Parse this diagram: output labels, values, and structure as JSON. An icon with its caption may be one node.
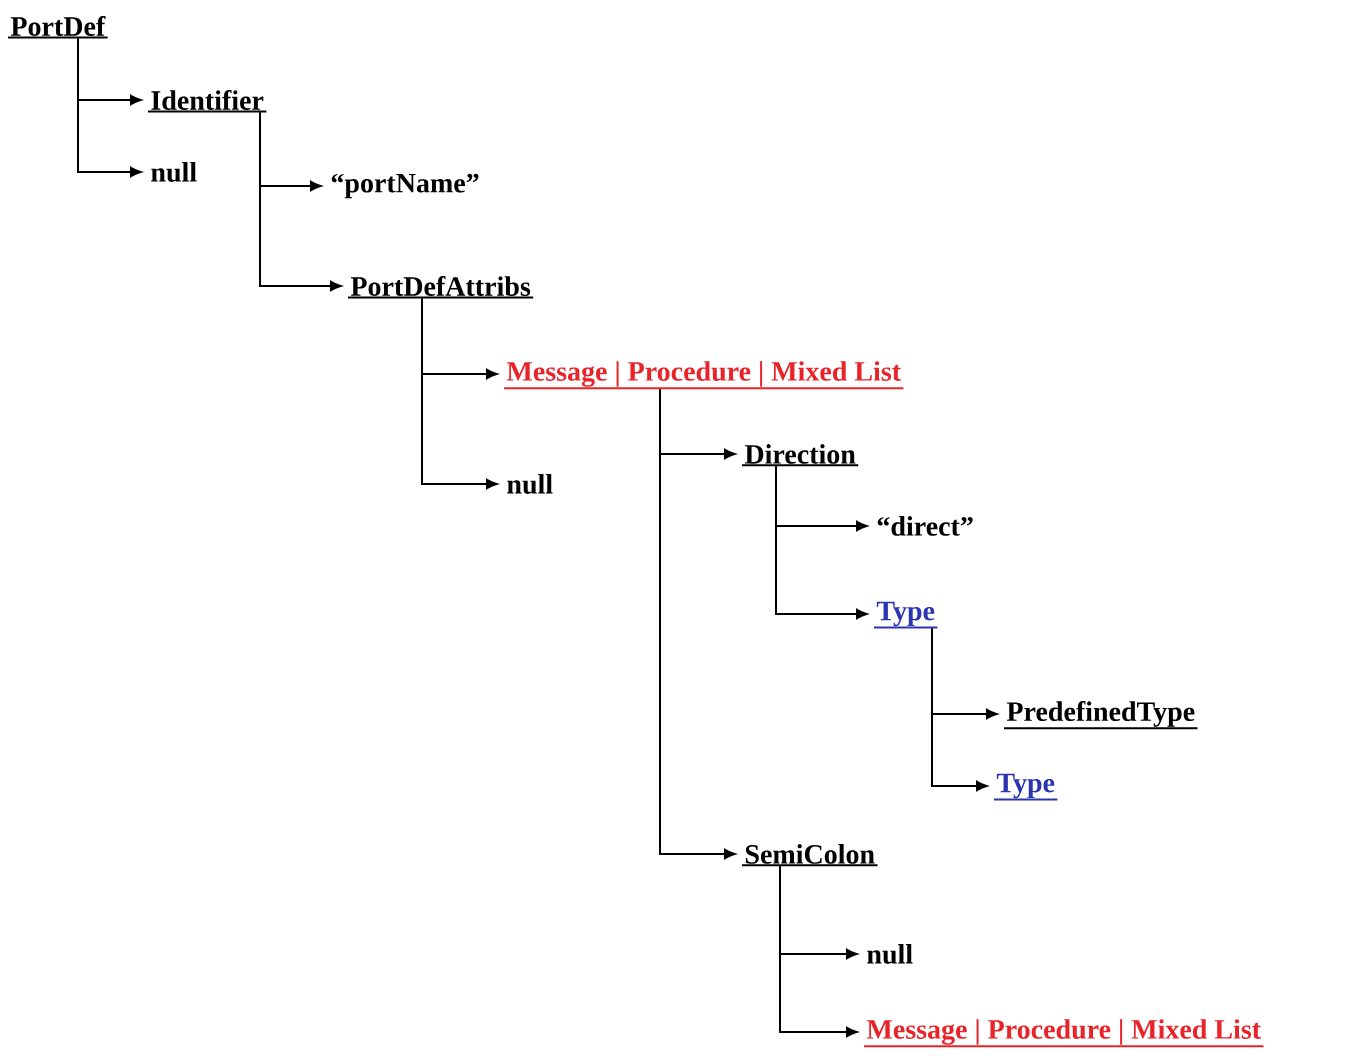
{
  "diagram": {
    "nodes": [
      {
        "text": [
          "PortDef"
        ]
      },
      {
        "text": [
          "Identifier"
        ]
      },
      {
        "text": [
          "null"
        ]
      },
      {
        "text": [
          "“portName”"
        ]
      },
      {
        "text": [
          "PortDefAttribs"
        ]
      },
      {
        "text": [
          "Message | Procedure | Mixed List"
        ]
      },
      {
        "text": [
          "null"
        ]
      },
      {
        "text": [
          "Direction"
        ]
      },
      {
        "text": [
          "“direct”"
        ]
      },
      {
        "text": [
          "Type"
        ]
      },
      {
        "text": [
          "PredefinedType"
        ]
      },
      {
        "text": [
          "Type"
        ]
      },
      {
        "text": [
          "SemiColon"
        ]
      },
      {
        "text": [
          "null"
        ]
      },
      {
        "text": [
          "Message | Procedure | Mixed List"
        ]
      }
    ],
    "edges": [
      {
        "from": 0,
        "to": 1,
        "arrow": "to"
      },
      {
        "from": 0,
        "to": 2,
        "arrow": "to"
      },
      {
        "from": 1,
        "to": 3,
        "arrow": "to"
      },
      {
        "from": 1,
        "to": 4,
        "arrow": "to"
      },
      {
        "from": 4,
        "to": 5,
        "arrow": "to"
      },
      {
        "from": 4,
        "to": 6,
        "arrow": "to"
      },
      {
        "from": 5,
        "to": 7,
        "arrow": "to"
      },
      {
        "from": 5,
        "to": 12,
        "arrow": "to"
      },
      {
        "from": 7,
        "to": 8,
        "arrow": "to"
      },
      {
        "from": 7,
        "to": 9,
        "arrow": "to"
      },
      {
        "from": 9,
        "to": 10,
        "arrow": "to"
      },
      {
        "from": 9,
        "to": 11,
        "arrow": "to"
      },
      {
        "from": 12,
        "to": 13,
        "arrow": "to"
      },
      {
        "from": 12,
        "to": 14,
        "arrow": "to"
      }
    ]
  }
}
